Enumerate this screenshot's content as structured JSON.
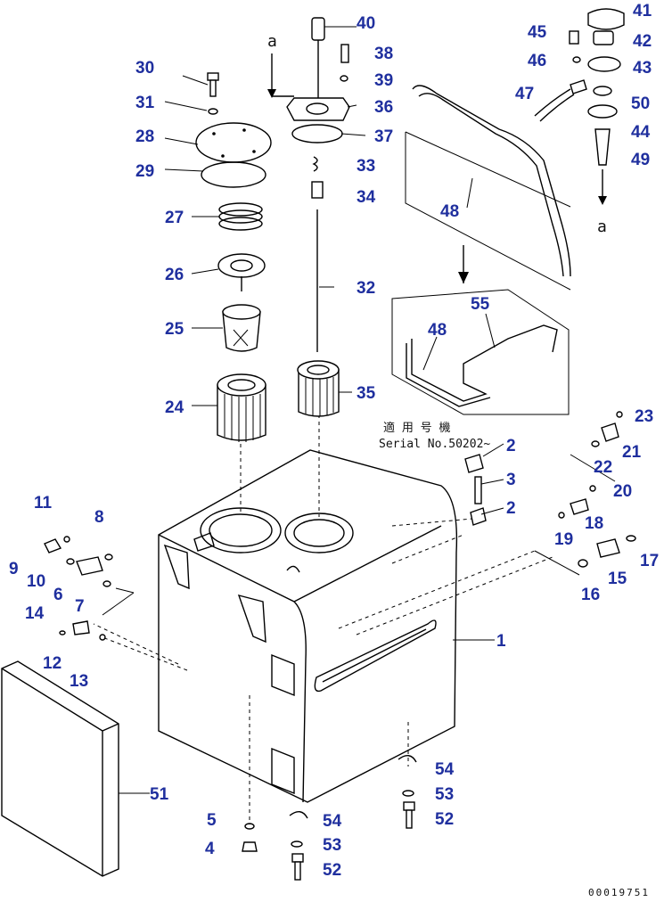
{
  "callouts": [
    "1",
    "2",
    "2",
    "3",
    "4",
    "5",
    "6",
    "7",
    "8",
    "9",
    "10",
    "11",
    "12",
    "13",
    "14",
    "15",
    "16",
    "17",
    "18",
    "19",
    "20",
    "21",
    "22",
    "23",
    "24",
    "25",
    "26",
    "27",
    "28",
    "29",
    "30",
    "31",
    "32",
    "33",
    "34",
    "35",
    "36",
    "37",
    "38",
    "39",
    "40",
    "41",
    "42",
    "43",
    "44",
    "45",
    "46",
    "47",
    "48",
    "48",
    "49",
    "50",
    "51",
    "52",
    "52",
    "53",
    "53",
    "54",
    "54",
    "55"
  ],
  "ref_marks": {
    "a_top": "a",
    "a_right": "a"
  },
  "serial_note": {
    "jp": "適 用 号 機",
    "serial": "Serial No.50202~"
  },
  "drawing_id": "00019751"
}
